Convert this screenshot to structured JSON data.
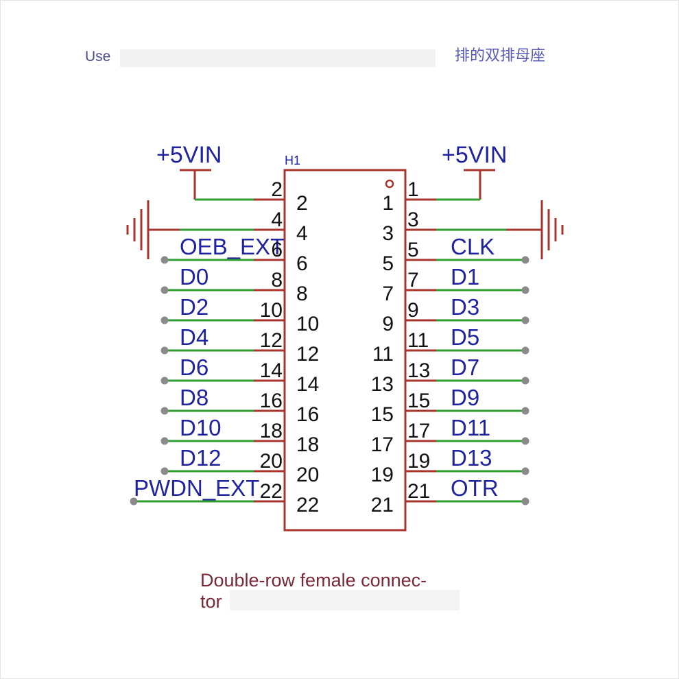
{
  "header": {
    "prefix": "Use",
    "blurred_text_right": "排的双排母座"
  },
  "component": {
    "designator": "H1",
    "power_label": "+5VIN"
  },
  "caption": {
    "line1": "Double-row female connec-",
    "line2": "tor"
  },
  "pins": [
    {
      "left": "2",
      "right": "1",
      "inner_left": "2",
      "inner_right": "1",
      "net_left": "",
      "net_right": ""
    },
    {
      "left": "4",
      "right": "3",
      "inner_left": "4",
      "inner_right": "3",
      "net_left": "",
      "net_right": ""
    },
    {
      "left": "6",
      "right": "5",
      "inner_left": "6",
      "inner_right": "5",
      "net_left": "OEB_EXT",
      "net_right": "CLK"
    },
    {
      "left": "8",
      "right": "7",
      "inner_left": "8",
      "inner_right": "7",
      "net_left": "D0",
      "net_right": "D1"
    },
    {
      "left": "10",
      "right": "9",
      "inner_left": "10",
      "inner_right": "9",
      "net_left": "D2",
      "net_right": "D3"
    },
    {
      "left": "12",
      "right": "11",
      "inner_left": "12",
      "inner_right": "11",
      "net_left": "D4",
      "net_right": "D5"
    },
    {
      "left": "14",
      "right": "13",
      "inner_left": "14",
      "inner_right": "13",
      "net_left": "D6",
      "net_right": "D7"
    },
    {
      "left": "16",
      "right": "15",
      "inner_left": "16",
      "inner_right": "15",
      "net_left": "D8",
      "net_right": "D9"
    },
    {
      "left": "18",
      "right": "17",
      "inner_left": "18",
      "inner_right": "17",
      "net_left": "D10",
      "net_right": "D11"
    },
    {
      "left": "20",
      "right": "19",
      "inner_left": "20",
      "inner_right": "19",
      "net_left": "D12",
      "net_right": "D13"
    },
    {
      "left": "22",
      "right": "21",
      "inner_left": "22",
      "inner_right": "21",
      "net_left": "PWDN_EXT",
      "net_right": "OTR"
    }
  ],
  "colors": {
    "net_label": "#1f23a0",
    "body": "#a8342e",
    "wire": "#2e9c2e",
    "pin_number": "#111111",
    "caption": "#7a2838",
    "endpoint": "#8a8a8a"
  }
}
